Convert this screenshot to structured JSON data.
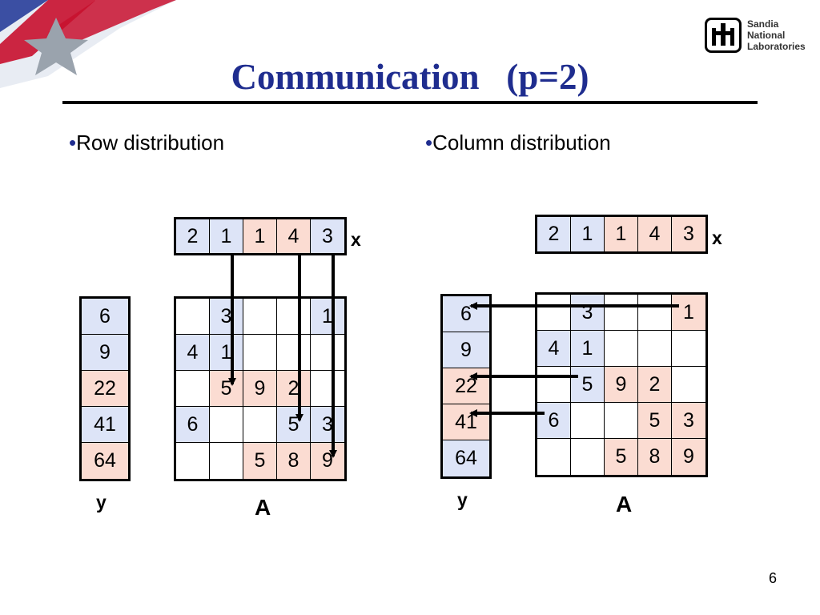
{
  "slide": {
    "title": "Communication   (p=2)",
    "page_number": "6"
  },
  "logo": {
    "line1": "Sandia",
    "line2": "National",
    "line3": "Laboratories"
  },
  "colors": {
    "proc0": "#dde4f7",
    "proc1": "#fbdcd2",
    "title": "#1f2d8f"
  },
  "panels": [
    {
      "id": "row",
      "bullet": "Row distribution",
      "x_label": "x",
      "y_label": "y",
      "a_label": "A",
      "x": {
        "values": [
          "2",
          "1",
          "1",
          "4",
          "3"
        ],
        "owners": [
          0,
          0,
          1,
          1,
          0
        ]
      },
      "y": {
        "values": [
          "6",
          "9",
          "22",
          "41",
          "64"
        ],
        "owners": [
          0,
          0,
          1,
          0,
          1
        ]
      },
      "A": {
        "cells": [
          [
            "",
            "3",
            "",
            "",
            "1"
          ],
          [
            "4",
            "1",
            "",
            "",
            ""
          ],
          [
            "",
            "5",
            "9",
            "2",
            ""
          ],
          [
            "6",
            "",
            "",
            "5",
            "3"
          ],
          [
            "",
            "",
            "5",
            "8",
            "9"
          ]
        ],
        "owners": [
          [
            0,
            0,
            0,
            0,
            0
          ],
          [
            0,
            0,
            0,
            0,
            0
          ],
          [
            1,
            1,
            1,
            1,
            1
          ],
          [
            0,
            0,
            0,
            0,
            0
          ],
          [
            1,
            1,
            1,
            1,
            1
          ]
        ],
        "shaded": [
          [
            0,
            1,
            0,
            0,
            1
          ],
          [
            1,
            1,
            0,
            0,
            0
          ],
          [
            0,
            1,
            1,
            1,
            0
          ],
          [
            1,
            0,
            0,
            1,
            1
          ],
          [
            0,
            0,
            1,
            1,
            1
          ]
        ]
      }
    },
    {
      "id": "col",
      "bullet": "Column distribution",
      "x_label": "x",
      "y_label": "y",
      "a_label": "A",
      "x": {
        "values": [
          "2",
          "1",
          "1",
          "4",
          "3"
        ],
        "owners": [
          0,
          0,
          1,
          1,
          1
        ]
      },
      "y": {
        "values": [
          "6",
          "9",
          "22",
          "41",
          "64"
        ],
        "owners": [
          0,
          0,
          1,
          1,
          0
        ]
      },
      "A": {
        "cells": [
          [
            "",
            "3",
            "",
            "",
            "1"
          ],
          [
            "4",
            "1",
            "",
            "",
            ""
          ],
          [
            "",
            "5",
            "9",
            "2",
            ""
          ],
          [
            "6",
            "",
            "",
            "5",
            "3"
          ],
          [
            "",
            "",
            "5",
            "8",
            "9"
          ]
        ],
        "owners": [
          [
            0,
            0,
            1,
            1,
            1
          ],
          [
            0,
            0,
            1,
            1,
            1
          ],
          [
            0,
            0,
            1,
            1,
            1
          ],
          [
            0,
            0,
            1,
            1,
            1
          ],
          [
            0,
            0,
            1,
            1,
            1
          ]
        ],
        "shaded": [
          [
            0,
            1,
            0,
            0,
            1
          ],
          [
            1,
            1,
            0,
            0,
            0
          ],
          [
            0,
            1,
            1,
            1,
            0
          ],
          [
            1,
            0,
            0,
            1,
            1
          ],
          [
            0,
            0,
            1,
            1,
            1
          ]
        ]
      }
    }
  ]
}
